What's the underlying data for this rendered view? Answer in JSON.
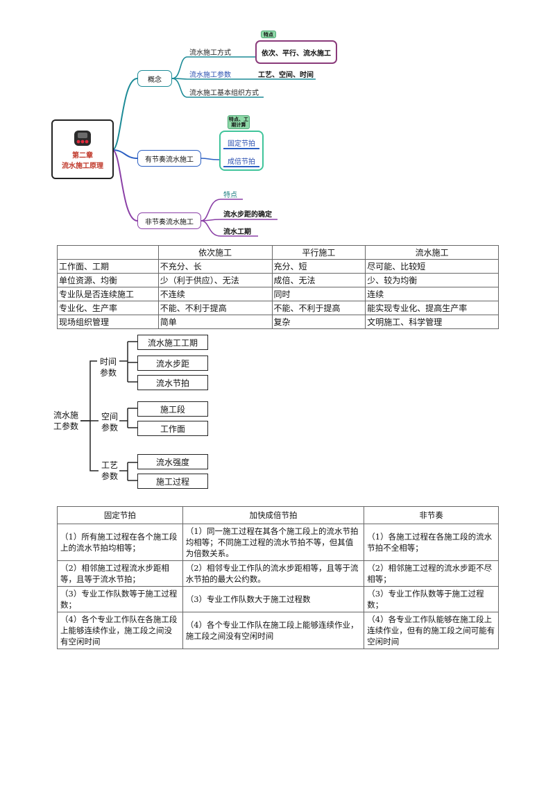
{
  "mindmap": {
    "root": {
      "line1": "第二章",
      "line2": "流水施工原理"
    },
    "branch_concept": {
      "label": "概念",
      "items": [
        "流水施工方式",
        "流水施工参数",
        "流水施工基本组织方式"
      ],
      "tag": "特点",
      "highlight": "依次、平行、流水施工",
      "params_detail": "工艺、空间、时间"
    },
    "branch_rhythmic": {
      "label": "有节奏流水施工",
      "tag": "特点、工期计算",
      "items": [
        "固定节拍",
        "成倍节拍"
      ]
    },
    "branch_nonrhythmic": {
      "label": "非节奏流水施工",
      "items": [
        "特点",
        "流水步距的确定",
        "流水工期"
      ]
    }
  },
  "compare_table": {
    "headers": [
      "",
      "依次施工",
      "平行施工",
      "流水施工"
    ],
    "rows": [
      [
        "工作面、工期",
        "不充分、长",
        "充分、短",
        "尽可能、比较短"
      ],
      [
        "单位资源、均衡",
        "少（利于供应）、无法",
        "成倍、无法",
        "少、较为均衡"
      ],
      [
        "专业队是否连续施工",
        "不连续",
        "同时",
        "连续"
      ],
      [
        "专业化、生产率",
        "不能、不利于提高",
        "不能、不利于提高",
        "能实现专业化、提高生产率"
      ],
      [
        "现场组织管理",
        "简单",
        "复杂",
        "文明施工、科学管理"
      ]
    ]
  },
  "param_tree": {
    "root": {
      "line1": "流水施",
      "line2": "工参数"
    },
    "groups": [
      {
        "line1": "时间",
        "line2": "参数",
        "items": [
          "流水施工工期",
          "流水步距",
          "流水节拍"
        ]
      },
      {
        "line1": "空间",
        "line2": "参数",
        "items": [
          "施工段",
          "工作面"
        ]
      },
      {
        "line1": "工艺",
        "line2": "参数",
        "items": [
          "流水强度",
          "施工过程"
        ]
      }
    ]
  },
  "rhythm_table": {
    "headers": [
      "固定节拍",
      "加快成倍节拍",
      "非节奏"
    ],
    "rows": [
      [
        "（1）所有施工过程在各个施工段上的流水节拍均相等；",
        "（1）同一施工过程在其各个施工段上的流水节拍均相等；不同施工过程的流水节拍不等，但其值为倍数关系。",
        "（1）各施工过程在各施工段的流水节拍不全相等；"
      ],
      [
        "（2）相邻施工过程流水步距相等，且等于流水节拍；",
        "（2）相邻专业工作队的流水步距相等，且等于流水节拍的最大公约数。",
        "（2）相邻施工过程的流水步距不尽相等；"
      ],
      [
        "（3）专业工作队数等于施工过程数；",
        "（3）专业工作队数大于施工过程数",
        "（3）专业工作队数等于施工过程数；"
      ],
      [
        "（4）各个专业工作队在各施工段上能够连续作业，施工段之间没有空闲时间",
        "（4）各个专业工作队在施工段上能够连续作业，施工段之间没有空闲时间",
        "（4）各专业工作队能够在施工段上连续作业，但有的施工段之间可能有空闲时间"
      ]
    ]
  },
  "colors": {
    "concept": "#1b8a96",
    "rhythmic": "#2a5ec2",
    "nonrhythmic": "#8a3fa6",
    "highlight_border": "#8a3a7a",
    "tag_green": "#8fd9a8",
    "rhythm_border": "#3fc49a"
  }
}
